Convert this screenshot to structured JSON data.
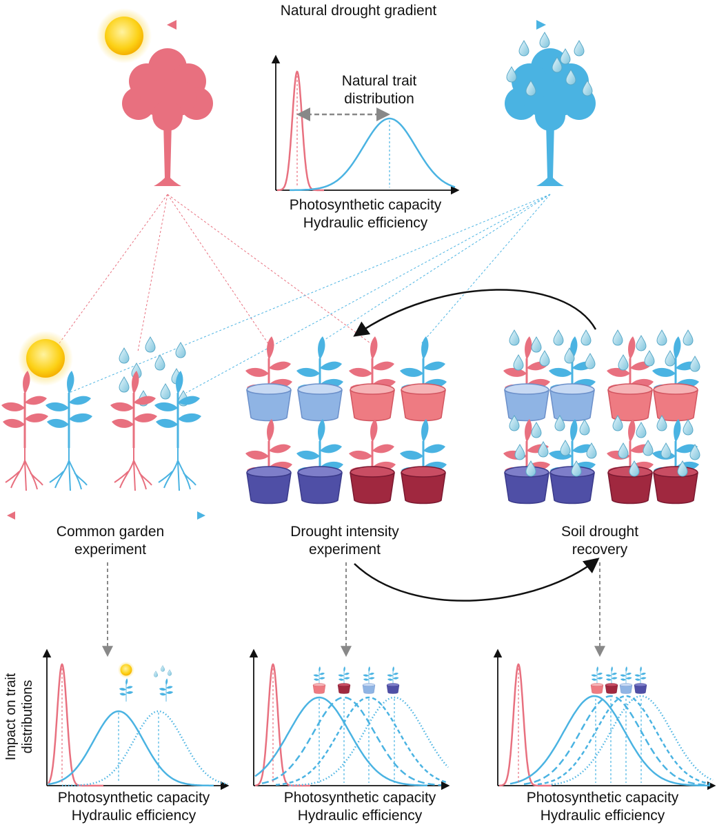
{
  "gradient": {
    "label": "Natural drought gradient",
    "dry_color": "#e8707f",
    "wet_color": "#4ab3e2"
  },
  "natural_panel": {
    "title_line1": "Natural trait",
    "title_line2": "distribution",
    "axis_line1": "Photosynthetic capacity",
    "axis_line2": "Hydraulic efficiency"
  },
  "experiments": {
    "common_garden": {
      "line1": "Common garden",
      "line2": "experiment"
    },
    "drought_intensity": {
      "line1": "Drought intensity",
      "line2": "experiment"
    },
    "soil_recovery": {
      "line1": "Soil drought",
      "line2": "recovery"
    }
  },
  "impact_panels": {
    "ylabel_line1": "Impact on trait",
    "ylabel_line2": "distributions",
    "axis_line1": "Photosynthetic capacity",
    "axis_line2": "Hydraulic efficiency"
  },
  "colors": {
    "pink": "#e8707f",
    "blue": "#4ab3e2",
    "sun": "#fcd116",
    "drop": "#a8d8ea",
    "pot_light_blue": "#8fb4e4",
    "pot_dark_blue": "#4f4fa6",
    "pot_light_red": "#ee7b82",
    "pot_dark_red": "#a0283f"
  },
  "icons": [
    "sun-icon",
    "water-drop-icon",
    "tree-icon",
    "seedling-icon",
    "potted-plant-icon"
  ]
}
